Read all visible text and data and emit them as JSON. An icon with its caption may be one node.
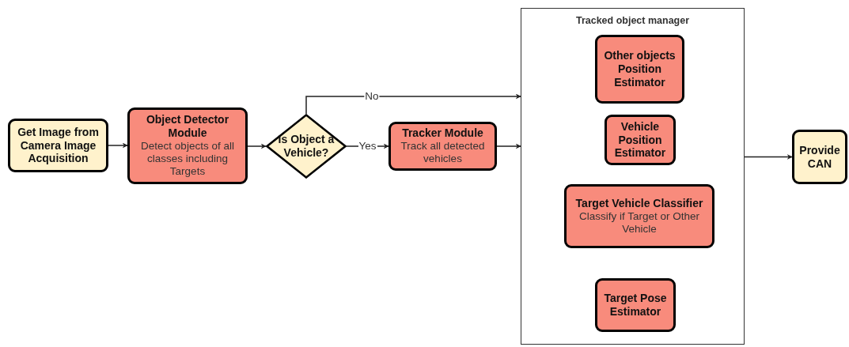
{
  "diagram": {
    "nodes": [
      {
        "text": [
          "Get Image from Camera Image Acquisition"
        ]
      },
      {
        "text": [
          "Object Detector Module",
          "Detect objects of all classes including Targets"
        ]
      },
      {
        "text": [
          "Is Object a Vehicle?"
        ]
      },
      {
        "text": [
          "Tracker Module",
          "Track all detected vehicles"
        ]
      },
      {
        "text": [
          "Tracked object manager"
        ]
      },
      {
        "text": [
          "Other objects Position Estimator"
        ],
        "in": 4
      },
      {
        "text": [
          "Vehicle Position Estimator"
        ],
        "in": 4
      },
      {
        "text": [
          "Target Vehicle Classifier",
          "Classify if Target or Other Vehicle"
        ],
        "in": 4
      },
      {
        "text": [
          "Target Pose Estimator"
        ],
        "in": 4
      },
      {
        "text": [
          "Provide CAN"
        ]
      }
    ],
    "edges": [
      {
        "from": 0,
        "to": 1,
        "arrow": "to"
      },
      {
        "from": 1,
        "to": 2,
        "arrow": "to"
      },
      {
        "from": 2,
        "to": 3,
        "arrow": "to",
        "label": "Yes"
      },
      {
        "from": 2,
        "to": 4,
        "arrow": "to",
        "label": "No"
      },
      {
        "from": 3,
        "to": 4,
        "arrow": "to"
      },
      {
        "from": 4,
        "to": 9,
        "arrow": "to"
      }
    ]
  }
}
